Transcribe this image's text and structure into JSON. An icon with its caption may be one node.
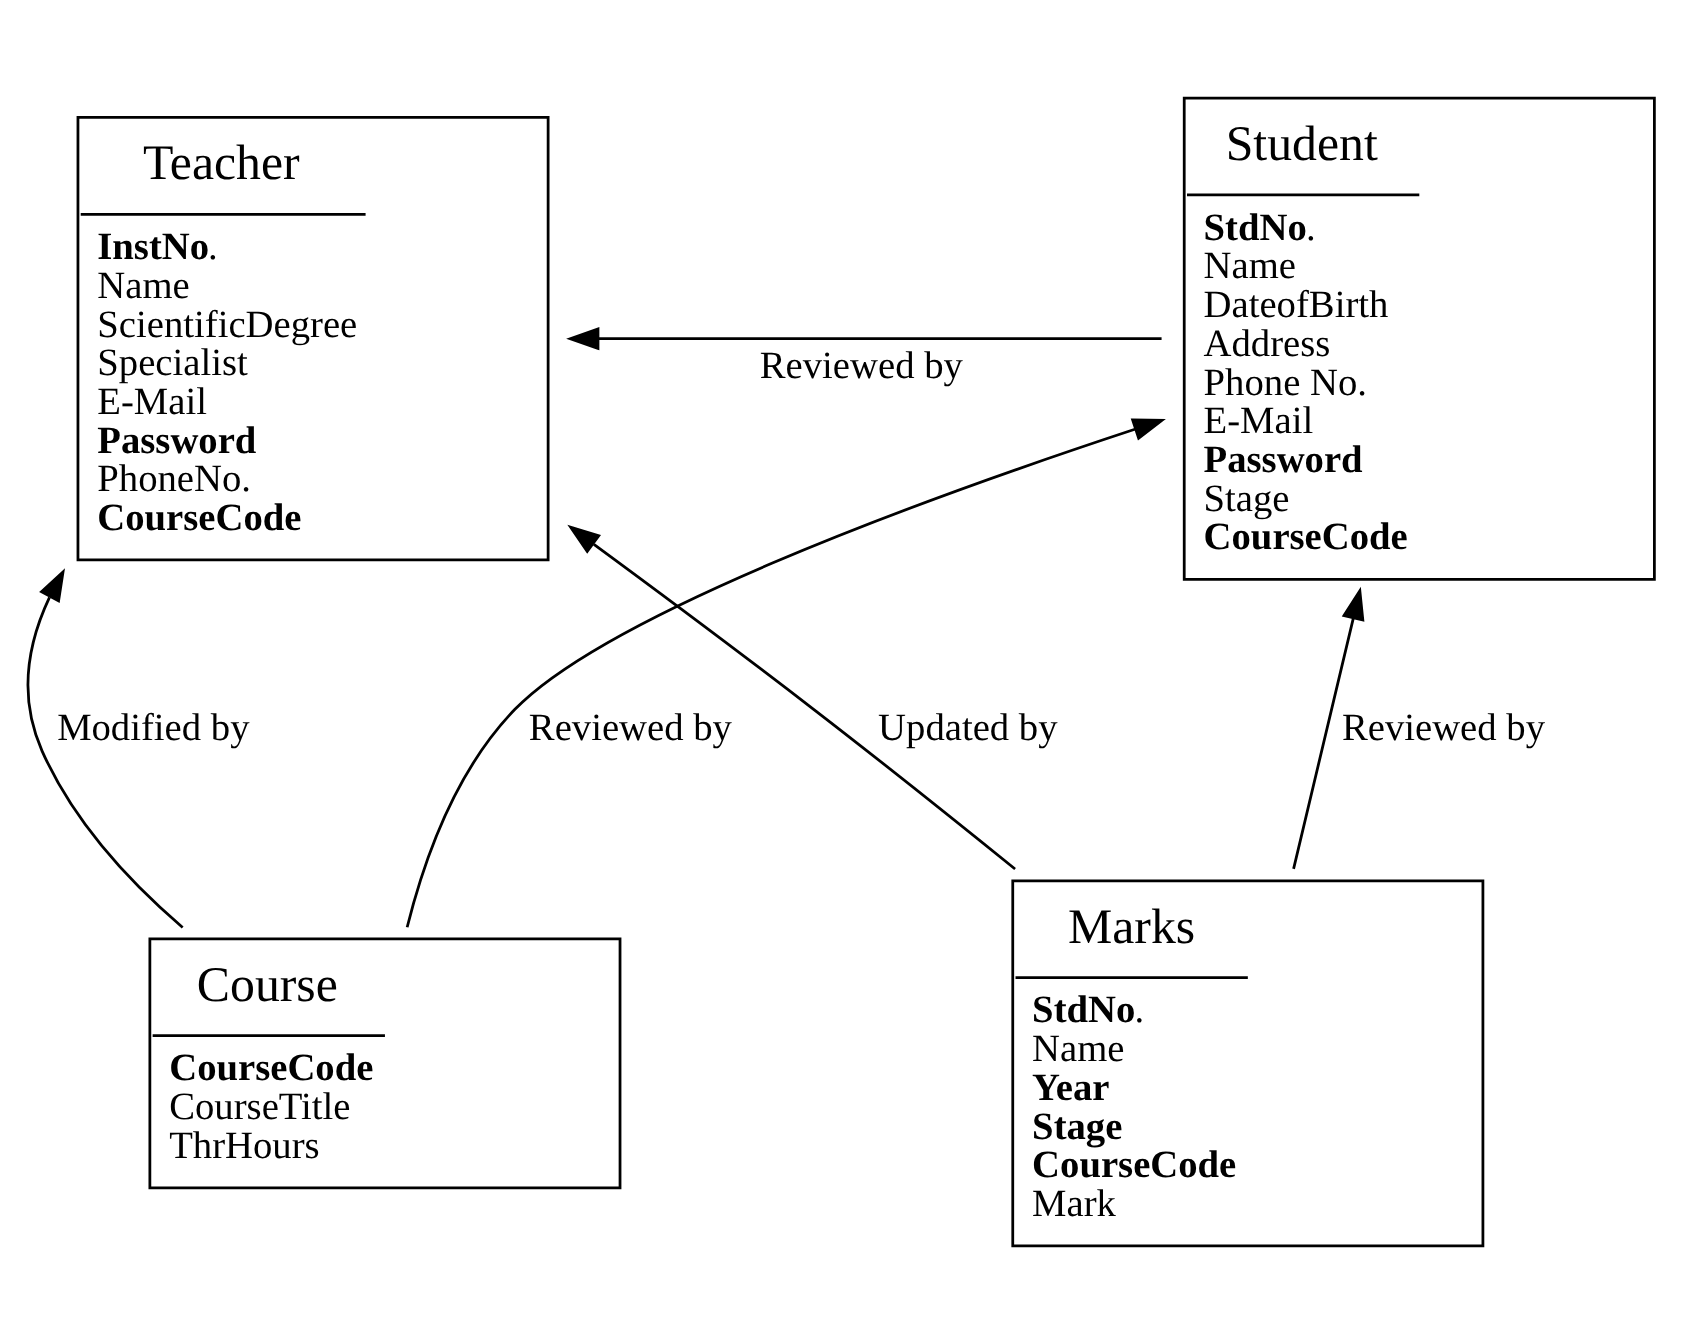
{
  "diagram": {
    "nodes": [
      {
        "text": [
          "Teacher",
          "**InstNo**.",
          "Name",
          "ScientificDegree",
          "Specialist",
          "E-Mail",
          "**Password**",
          "PhoneNo.",
          "**CourseCode**"
        ]
      },
      {
        "text": [
          "Student",
          "**StdNo**.",
          "Name",
          "DateofBirth",
          "Address",
          "Phone No.",
          "E-Mail",
          "**Password**",
          "Stage",
          "**CourseCode**"
        ]
      },
      {
        "text": [
          "Course",
          "**CourseCode**",
          "CourseTitle",
          "ThrHours"
        ]
      },
      {
        "text": [
          "Marks",
          "**StdNo**.",
          "Name",
          "**Year**",
          "**Stage**",
          "**CourseCode**",
          "Mark"
        ]
      }
    ],
    "edges": [
      {
        "from": 1,
        "to": 0,
        "arrow": "to",
        "label": "Reviewed by"
      },
      {
        "from": 3,
        "to": 0,
        "arrow": "to",
        "label": "Updated by"
      },
      {
        "from": 2,
        "to": 0,
        "arrow": "to",
        "label": "Modified by"
      },
      {
        "from": 2,
        "to": 1,
        "arrow": "to",
        "label": "Reviewed by"
      },
      {
        "from": 3,
        "to": 1,
        "arrow": "to",
        "label": "Reviewed by"
      }
    ]
  }
}
